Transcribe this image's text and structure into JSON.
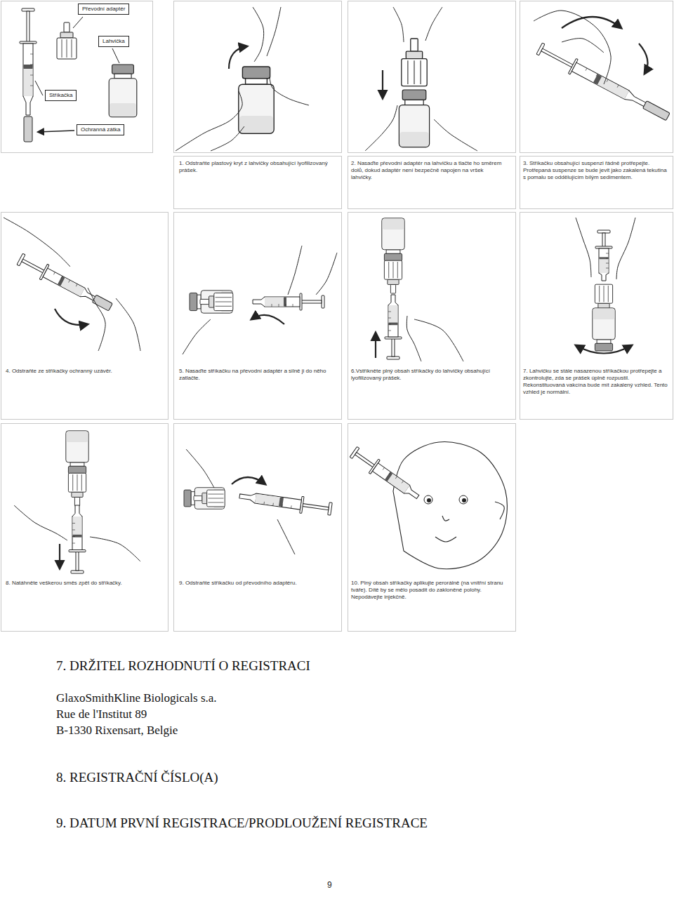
{
  "diagram": {
    "nodes": [
      {
        "text": [
          "Převodní adaptér"
        ]
      },
      {
        "text": [
          "Lahvička"
        ]
      },
      {
        "text": [
          "Stříkačka"
        ]
      },
      {
        "text": [
          "Ochranná zátka"
        ]
      }
    ],
    "labels": [
      "1. Odstraňte plastový kryt z lahvičky obsahující lyofilizovaný prášek.",
      "2. Nasaďte převodní adaptér na lahvičku a tlačte ho směrem dolů, dokud adaptér není bezpečně napojen na vršek lahvičky.",
      "3. Stříkačku obsahující suspenzi řádně protřepejte. Protřepaná suspenze se bude jevit jako zakalená tekutina s pomalu se oddělujícím bílým sedimentem.",
      "4. Odstraňte ze stříkačky ochranný uzávěr.",
      "5. Nasaďte stříkačku na převodní adaptér a silně ji do něho zatlačte.",
      "6.Vstříkněte plný obsah stříkačky do lahvičky obsahující lyofilizovaný prášek.",
      "7. Lahvičku se stále nasazenou stříkačkou protřepejte a zkontrolujte, zda se prášek úplně rozpustil. Rekonstituovaná vakcína bude mít zakalený vzhled. Tento vzhled je normální.",
      "8. Natáhněte veškerou směs zpět do stříkačky.",
      "9. Odstraňte stříkačku od převodního adaptéru.",
      "10. Plný obsah stříkačky aplikujte perorálně (na vnitřní stranu tváře). Dítě by se mělo posadit do zakloněné polohy. Nepodávejte injekčně.",
      "7. DRŽITEL ROZHODNUTÍ O REGISTRACI",
      "GlaxoSmithKline Biologicals s.a.",
      "Rue de l'Institut 89",
      "B-1330 Rixensart, Belgie",
      "8. REGISTRAČNÍ ČÍSLO(A)",
      "9. DATUM PRVNÍ REGISTRACE/PRODLOUŽENÍ REGISTRACE",
      "9"
    ]
  }
}
